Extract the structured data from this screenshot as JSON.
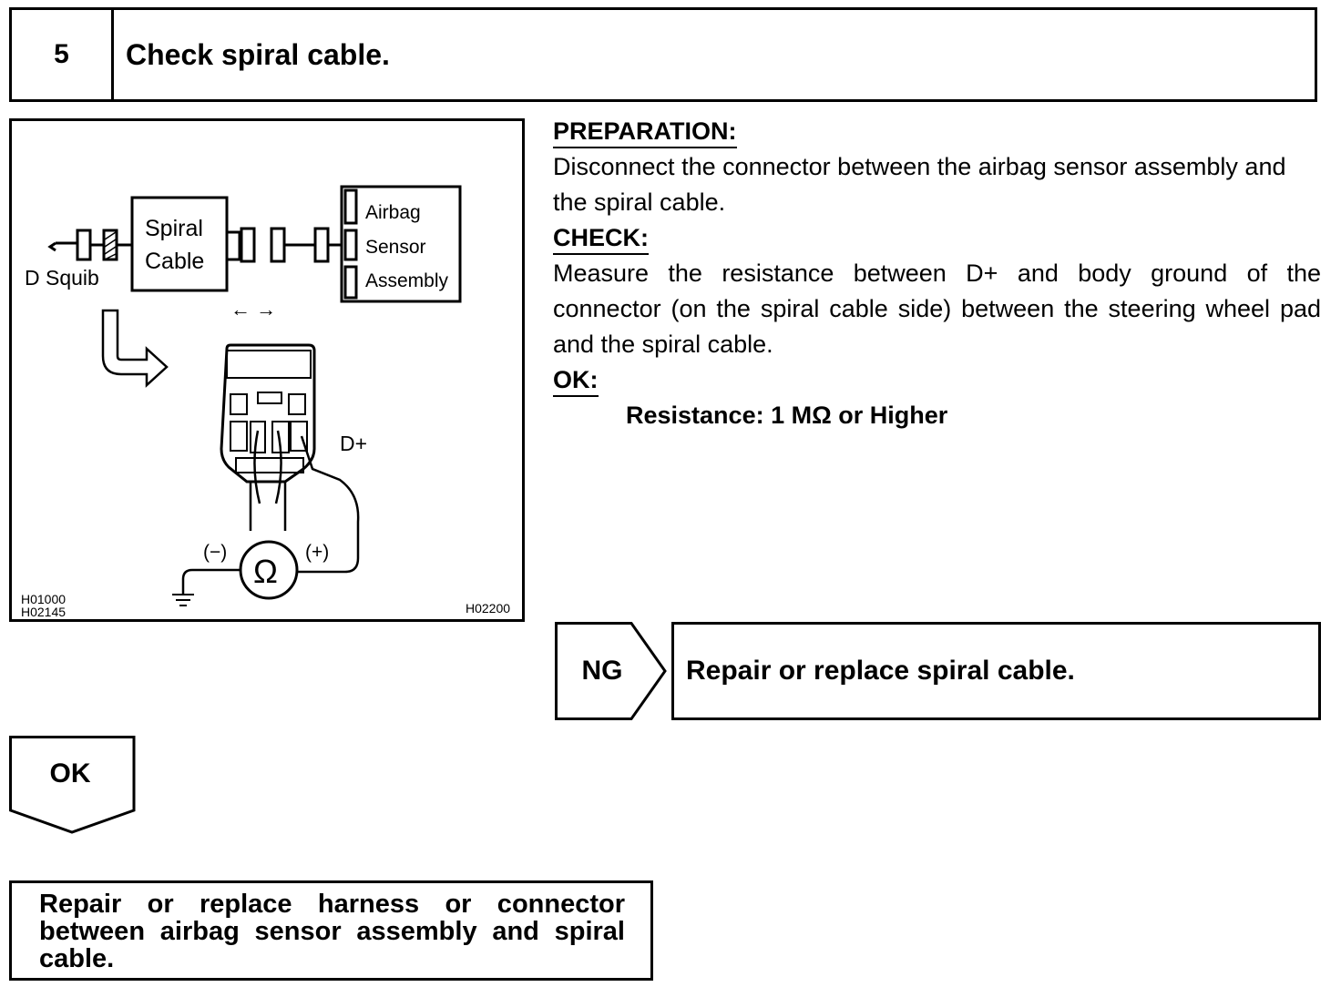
{
  "step": {
    "number": "5",
    "title": "Check spiral cable."
  },
  "figure": {
    "labels": {
      "spiral_line1": "Spiral",
      "spiral_line2": "Cable",
      "d_squib": "D Squib",
      "airbag": "Airbag",
      "sensor": "Sensor",
      "assembly": "Assembly",
      "arrows": "← →",
      "d_plus": "D+",
      "minus": "(−)",
      "plus": "(+)",
      "ohm": "Ω",
      "code_a": "H01000",
      "code_b": "H02145",
      "code_c": "H02200"
    }
  },
  "instructions": {
    "preparation_heading": "PREPARATION:",
    "preparation_text": "Disconnect the connector between the airbag sensor assembly and the spiral cable.",
    "check_heading": "CHECK:",
    "check_text": "Measure the resistance between D+ and body ground of the connector (on the spiral cable side) between the steering wheel pad and the spiral cable.",
    "ok_heading": "OK:",
    "ok_spec": "Resistance:  1 MΩ or Higher"
  },
  "ng": {
    "label": "NG",
    "action": "Repair or replace spiral cable."
  },
  "ok": {
    "label": "OK",
    "action": "Repair or replace harness or connector between airbag sensor assembly and spiral cable."
  }
}
